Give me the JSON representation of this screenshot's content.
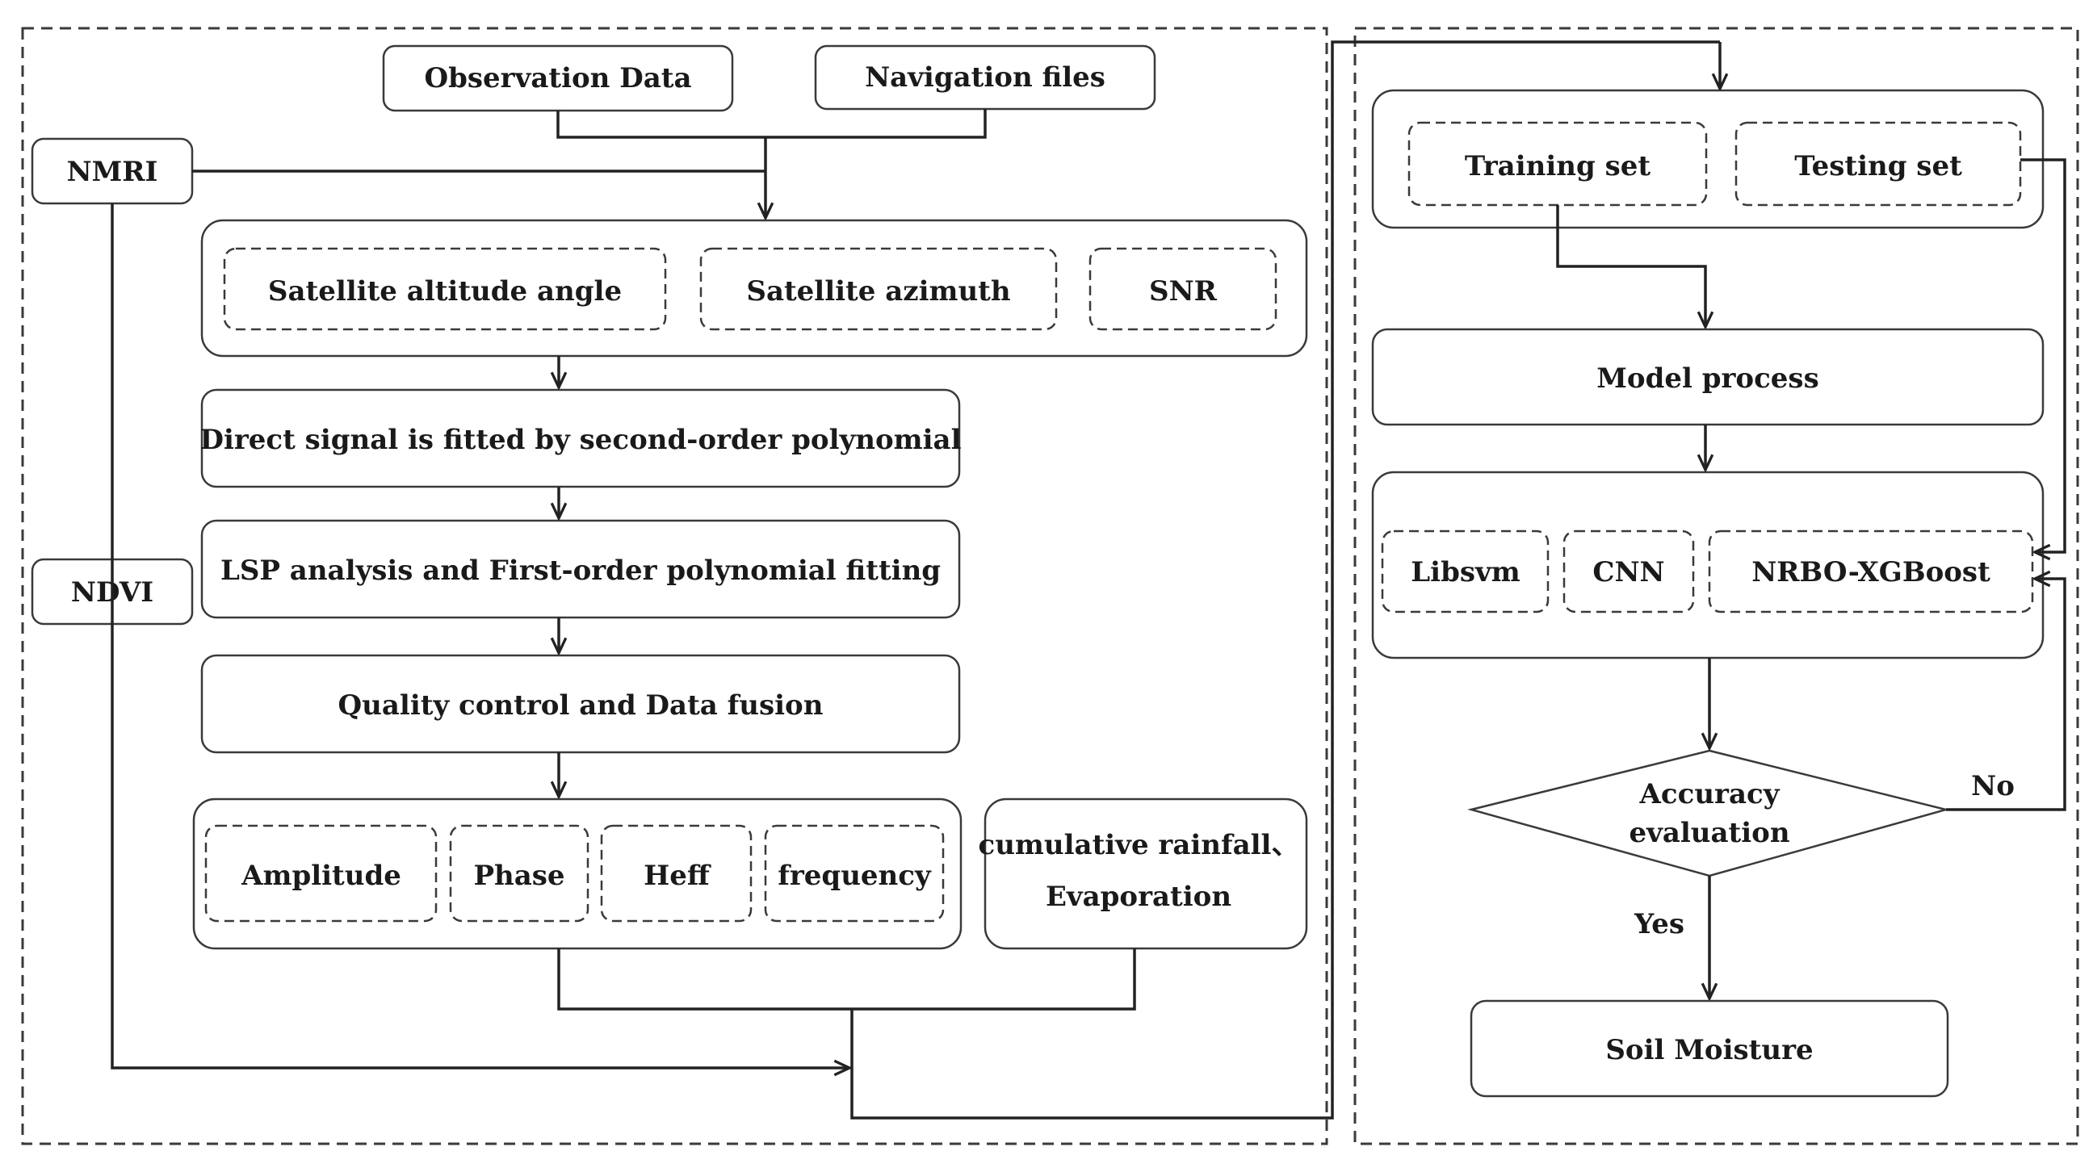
{
  "nodes": {
    "observation_data": "Observation Data",
    "navigation_files": "Navigation files",
    "nmri": "NMRI",
    "ndvi": "NDVI",
    "satellite_altitude_angle": "Satellite altitude angle",
    "satellite_azimuth": "Satellite azimuth",
    "snr": "SNR",
    "direct_signal_fit": "Direct signal is fitted by second-order  polynomial",
    "lsp_analysis": "LSP analysis and First-order polynomial fitting",
    "quality_control": "Quality control  and Data fusion",
    "amplitude": "Amplitude",
    "phase": "Phase",
    "heff": "Heff",
    "frequency": "frequency",
    "cumulative_rainfall": "cumulative rainfall、",
    "evaporation": "Evaporation",
    "training_set": "Training set",
    "testing_set": "Testing set",
    "model_process": "Model process",
    "libsvm": "Libsvm",
    "cnn": "CNN",
    "nrbo_xgboost": "NRBO-XGBoost",
    "accuracy_line1": "Accuracy",
    "accuracy_line2": "evaluation",
    "soil_moisture": "Soil Moisture"
  },
  "edges": {
    "no_label": "No",
    "yes_label": "Yes"
  }
}
